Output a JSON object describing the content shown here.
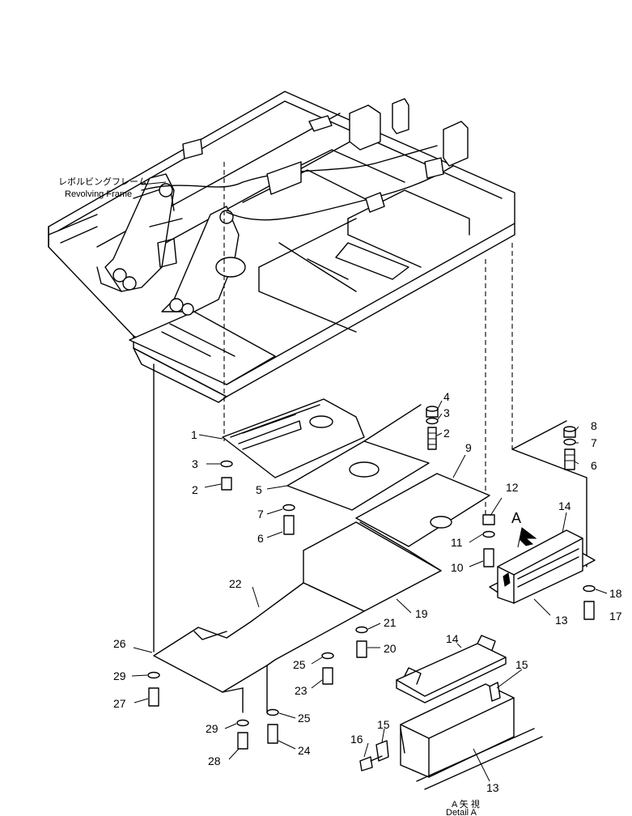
{
  "frame_label": {
    "jp": "レボルビングフレーム",
    "en": "Revolving Frame"
  },
  "detail_label": {
    "ref": "A 矢 視",
    "text": "Detail A"
  },
  "view_arrow_label": "A",
  "callouts": [
    {
      "id": "c1",
      "text": "1"
    },
    {
      "id": "c2a",
      "text": "2"
    },
    {
      "id": "c3a",
      "text": "3"
    },
    {
      "id": "c4",
      "text": "4"
    },
    {
      "id": "c3b",
      "text": "3"
    },
    {
      "id": "c2b",
      "text": "2"
    },
    {
      "id": "c5",
      "text": "5"
    },
    {
      "id": "c7a",
      "text": "7"
    },
    {
      "id": "c6a",
      "text": "6"
    },
    {
      "id": "c9",
      "text": "9"
    },
    {
      "id": "c8",
      "text": "8"
    },
    {
      "id": "c7b",
      "text": "7"
    },
    {
      "id": "c6b",
      "text": "6"
    },
    {
      "id": "c12",
      "text": "12"
    },
    {
      "id": "c11",
      "text": "11"
    },
    {
      "id": "c10",
      "text": "10"
    },
    {
      "id": "c14a",
      "text": "14"
    },
    {
      "id": "c13a",
      "text": "13"
    },
    {
      "id": "c18",
      "text": "18"
    },
    {
      "id": "c17",
      "text": "17"
    },
    {
      "id": "c22",
      "text": "22"
    },
    {
      "id": "c19",
      "text": "19"
    },
    {
      "id": "c21",
      "text": "21"
    },
    {
      "id": "c20",
      "text": "20"
    },
    {
      "id": "c26",
      "text": "26"
    },
    {
      "id": "c25a",
      "text": "25"
    },
    {
      "id": "c23",
      "text": "23"
    },
    {
      "id": "c29a",
      "text": "29"
    },
    {
      "id": "c27",
      "text": "27"
    },
    {
      "id": "c29b",
      "text": "29"
    },
    {
      "id": "c25b",
      "text": "25"
    },
    {
      "id": "c28",
      "text": "28"
    },
    {
      "id": "c24",
      "text": "24"
    },
    {
      "id": "c14b",
      "text": "14"
    },
    {
      "id": "c15a",
      "text": "15"
    },
    {
      "id": "c15b",
      "text": "15"
    },
    {
      "id": "c16",
      "text": "16"
    },
    {
      "id": "c13b",
      "text": "13"
    }
  ]
}
